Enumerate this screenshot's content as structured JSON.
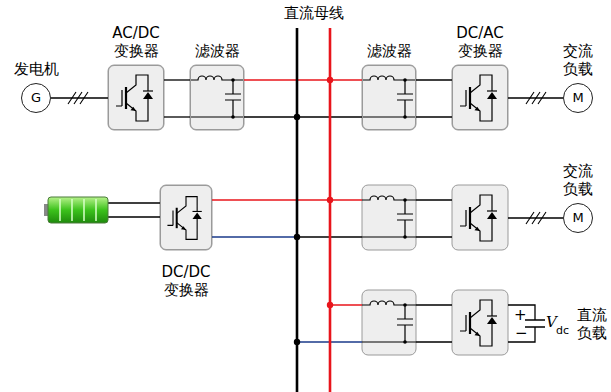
{
  "diagram": {
    "nodes": [
      {
        "text": [
          "发电机",
          "G"
        ]
      },
      {
        "text": [
          "AC/DC 变换器"
        ]
      },
      {
        "text": [
          "滤波器"
        ]
      },
      {
        "text": [
          "滤波器"
        ]
      },
      {
        "text": [
          "DC/AC 变换器"
        ]
      },
      {
        "text": [
          "交流 负载",
          "M"
        ]
      },
      {
        "text": [
          "DC/DC 变换器"
        ]
      },
      {
        "text": [
          "交流 负载",
          "M"
        ]
      }
    ],
    "edges": [
      {
        "from": 0,
        "to": 1,
        "arrow": "none"
      },
      {
        "from": 1,
        "to": 2,
        "arrow": "none"
      },
      {
        "from": 3,
        "to": 4,
        "arrow": "none"
      },
      {
        "from": 4,
        "to": 5,
        "arrow": "none"
      }
    ],
    "labels": [
      "直流母线",
      "+",
      "−",
      "V",
      "dc",
      "直流 负载"
    ]
  }
}
